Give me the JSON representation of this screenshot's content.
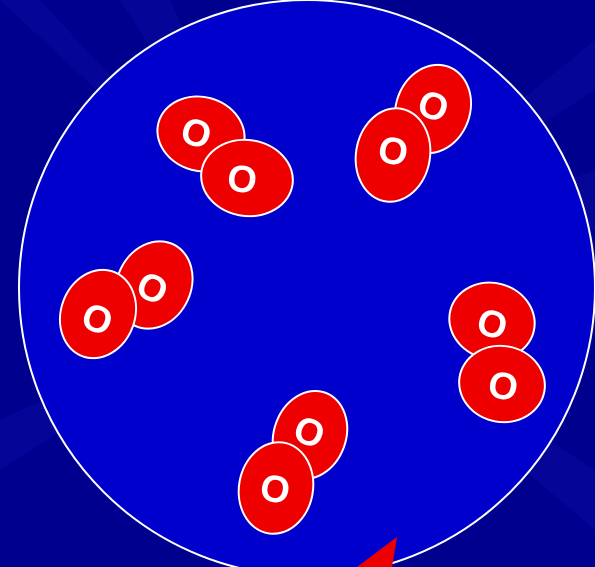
{
  "colors": {
    "background": "#00008f",
    "ray": "#0a0a9e",
    "circle_fill": "#0000cc",
    "circle_stroke": "#ffffff",
    "particle_fill": "#ee0000",
    "particle_stroke": "#ffffff",
    "arrow": "#ee0000"
  },
  "molecules": [
    {
      "name": "molecule-1",
      "atoms": [
        {
          "label": "O"
        },
        {
          "label": "O"
        }
      ]
    },
    {
      "name": "molecule-2",
      "atoms": [
        {
          "label": "O"
        },
        {
          "label": "O"
        }
      ]
    },
    {
      "name": "molecule-3",
      "atoms": [
        {
          "label": "O"
        },
        {
          "label": "O"
        }
      ]
    },
    {
      "name": "molecule-4",
      "atoms": [
        {
          "label": "O"
        },
        {
          "label": "O"
        }
      ]
    },
    {
      "name": "molecule-5",
      "atoms": [
        {
          "label": "O"
        },
        {
          "label": "O"
        }
      ]
    }
  ],
  "arrow_icon": "red-pointer-arrow-icon"
}
